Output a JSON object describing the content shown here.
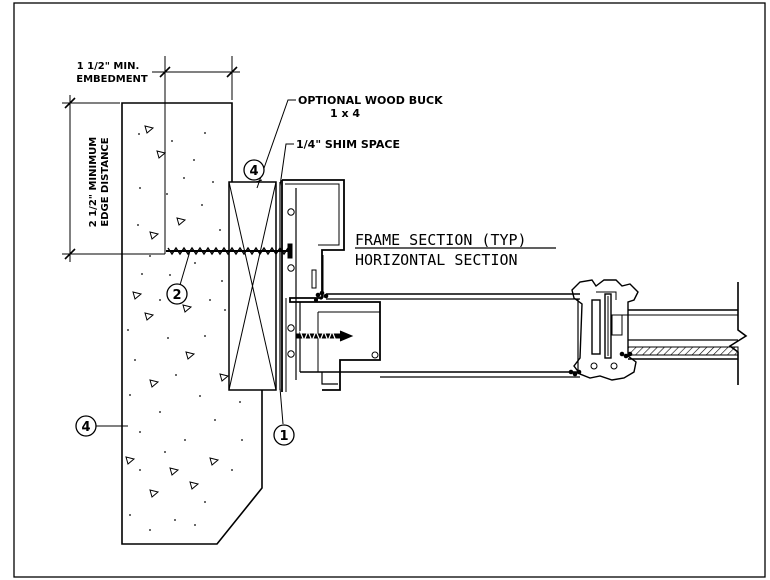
{
  "dimensions": {
    "embedment": {
      "line1": "1 1/2\" MIN.",
      "line2": "EMBEDMENT"
    },
    "edge_distance": {
      "line1": "2 1/2\" MINIMUM",
      "line2": "EDGE DISTANCE"
    }
  },
  "labels": {
    "wood_buck": {
      "line1": "OPTIONAL WOOD BUCK",
      "line2": "1 x 4"
    },
    "shim_space": "1/4\" SHIM SPACE"
  },
  "title": {
    "line1": "FRAME SECTION (TYP)",
    "line2": "HORIZONTAL  SECTION"
  },
  "callouts": {
    "wood_buck_top": "4",
    "screw": "2",
    "concrete": "4",
    "shim": "1"
  }
}
